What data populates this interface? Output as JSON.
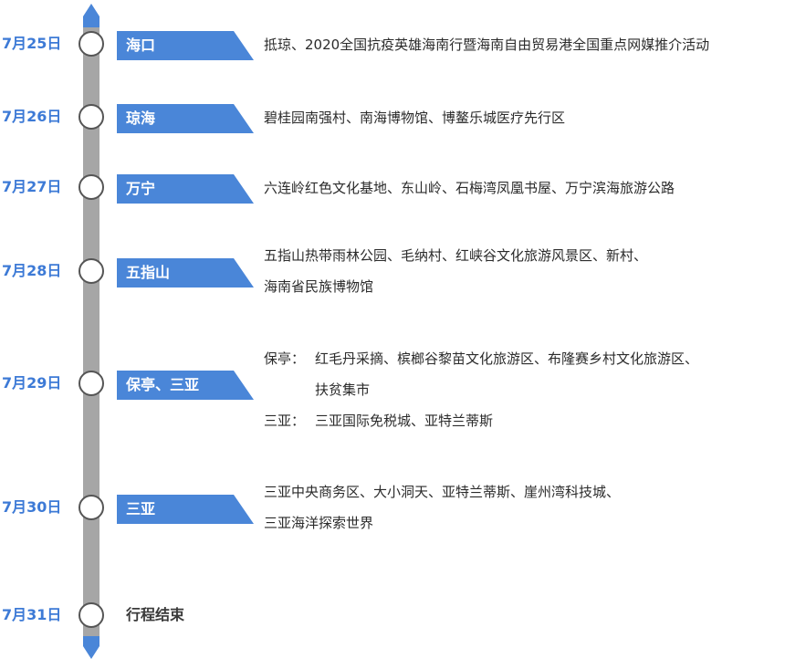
{
  "timeline": {
    "accent_color": "#4a86d8",
    "track_color": "#a6a6a6",
    "stops": [
      {
        "date": "7月25日",
        "place": "海口",
        "lines": [
          "抵琼、2020全国抗疫英雄海南行暨海南自由贸易港全国重点网媒推介活动"
        ]
      },
      {
        "date": "7月26日",
        "place": "琼海",
        "lines": [
          "碧桂园南强村、南海博物馆、博鳌乐城医疗先行区"
        ]
      },
      {
        "date": "7月27日",
        "place": "万宁",
        "lines": [
          "六连岭红色文化基地、东山岭、石梅湾凤凰书屋、万宁滨海旅游公路"
        ]
      },
      {
        "date": "7月28日",
        "place": "五指山",
        "lines": [
          "五指山热带雨林公园、毛纳村、红峡谷文化旅游风景区、新村、",
          "海南省民族博物馆"
        ]
      },
      {
        "date": "7月29日",
        "place": "保亭、三亚",
        "groups": [
          {
            "prefix": "保亭：",
            "lines": [
              "红毛丹采摘、槟榔谷黎苗文化旅游区、布隆赛乡村文化旅游区、",
              "扶贫集市"
            ]
          },
          {
            "prefix": "三亚：",
            "lines": [
              "三亚国际免税城、亚特兰蒂斯"
            ]
          }
        ]
      },
      {
        "date": "7月30日",
        "place": "三亚",
        "lines": [
          "三亚中央商务区、大小洞天、亚特兰蒂斯、崖州湾科技城、",
          "三亚海洋探索世界"
        ]
      }
    ],
    "end": {
      "date": "7月31日",
      "label": "行程结束"
    }
  }
}
